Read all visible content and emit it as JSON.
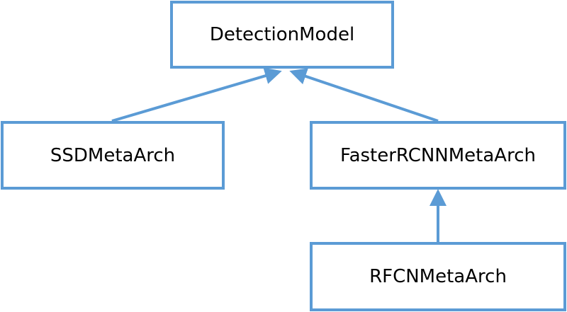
{
  "diagram": {
    "accent_color": "#5b9bd5",
    "nodes": {
      "detection_model": "DetectionModel",
      "ssd_meta_arch": "SSDMetaArch",
      "faster_rcnn_meta_arch": "FasterRCNNMetaArch",
      "rfcn_meta_arch": "RFCNMetaArch"
    },
    "edges": [
      {
        "from": "SSDMetaArch",
        "to": "DetectionModel",
        "type": "inherits"
      },
      {
        "from": "FasterRCNNMetaArch",
        "to": "DetectionModel",
        "type": "inherits"
      },
      {
        "from": "RFCNMetaArch",
        "to": "FasterRCNNMetaArch",
        "type": "inherits"
      }
    ]
  }
}
